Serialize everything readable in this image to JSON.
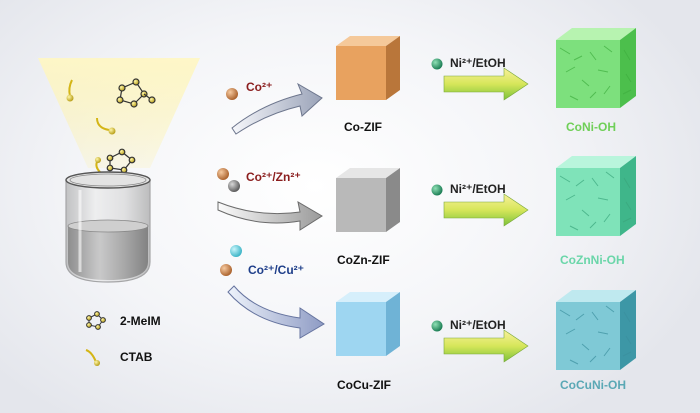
{
  "rows": [
    {
      "ions": "Co²⁺",
      "zif_label": "Co-ZIF",
      "reagent": "Ni²⁺/EtOH",
      "product_label": "CoNi-OH",
      "cube_color": "#e8a25f",
      "product_color": "#7de07d"
    },
    {
      "ions": "Co²⁺/Zn²⁺",
      "zif_label": "CoZn-ZIF",
      "reagent": "Ni²⁺/EtOH",
      "product_label": "CoZnNi-OH",
      "cube_color": "#b9b9b9",
      "product_color": "#7fe3b9"
    },
    {
      "ions": "Co²⁺/Cu²⁺",
      "zif_label": "CoCu-ZIF",
      "reagent": "Ni²⁺/EtOH",
      "product_label": "CoCuNi-OH",
      "cube_color": "#9ed6f1",
      "product_color": "#7fc9d6"
    }
  ],
  "legend": {
    "ligand": "2-MeIM",
    "surfactant": "CTAB"
  }
}
